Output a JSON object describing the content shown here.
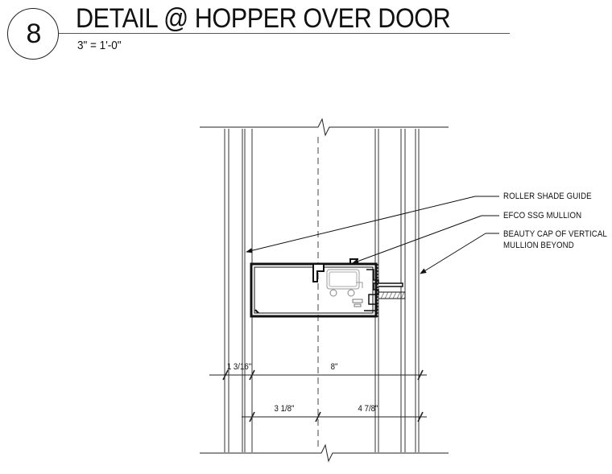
{
  "detail": {
    "number": "8",
    "title": "DETAIL @ HOPPER OVER DOOR",
    "scale": "3\" = 1'-0\""
  },
  "callouts": [
    {
      "text": "ROLLER SHADE GUIDE"
    },
    {
      "text": "EFCO SSG MULLION"
    },
    {
      "text": "BEAUTY CAP OF VERTICAL",
      "text2": "MULLION BEYOND"
    }
  ],
  "dimensions": {
    "overall_left": "1 3/16\"",
    "overall": "8\"",
    "lower_left": "3 1/8\"",
    "lower_right": "4 7/8\""
  }
}
